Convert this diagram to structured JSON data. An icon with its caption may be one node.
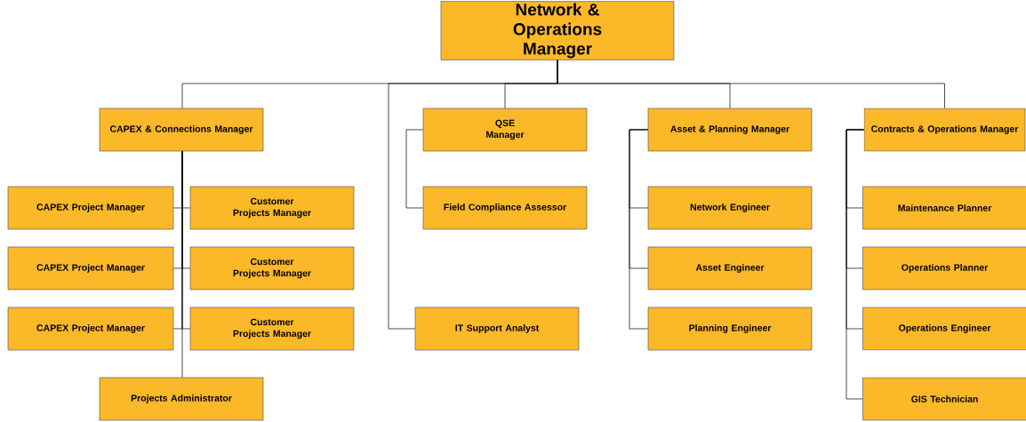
{
  "diagram": {
    "nodes": [
      {
        "text": [
          "Network & Operations Manager"
        ]
      },
      {
        "text": [
          "CAPEX & Connections Manager"
        ]
      },
      {
        "text": [
          "QSE Manager"
        ]
      },
      {
        "text": [
          "Asset & Planning Manager"
        ]
      },
      {
        "text": [
          "Contracts & Operations Manager"
        ]
      },
      {
        "text": [
          "CAPEX Project Manager"
        ]
      },
      {
        "text": [
          "Customer Projects Manager"
        ]
      },
      {
        "text": [
          "CAPEX Project Manager"
        ]
      },
      {
        "text": [
          "Customer Projects Manager"
        ]
      },
      {
        "text": [
          "CAPEX Project Manager"
        ]
      },
      {
        "text": [
          "Customer Projects Manager"
        ]
      },
      {
        "text": [
          "Projects Administrator"
        ]
      },
      {
        "text": [
          "Field Compliance Assessor"
        ]
      },
      {
        "text": [
          "IT Support Analyst"
        ]
      },
      {
        "text": [
          "Network Engineer"
        ]
      },
      {
        "text": [
          "Asset Engineer"
        ]
      },
      {
        "text": [
          "Planning Engineer"
        ]
      },
      {
        "text": [
          "Maintenance Planner"
        ]
      },
      {
        "text": [
          "Operations Planner"
        ]
      },
      {
        "text": [
          "Operations Engineer"
        ]
      },
      {
        "text": [
          "GIS Technician"
        ]
      }
    ],
    "edges": [
      {
        "from": 0,
        "to": 1,
        "arrow": "none"
      },
      {
        "from": 0,
        "to": 2,
        "arrow": "none"
      },
      {
        "from": 0,
        "to": 3,
        "arrow": "none"
      },
      {
        "from": 0,
        "to": 4,
        "arrow": "none"
      },
      {
        "from": 0,
        "to": 13,
        "arrow": "none"
      },
      {
        "from": 1,
        "to": 5,
        "arrow": "none"
      },
      {
        "from": 1,
        "to": 6,
        "arrow": "none"
      },
      {
        "from": 1,
        "to": 7,
        "arrow": "none"
      },
      {
        "from": 1,
        "to": 8,
        "arrow": "none"
      },
      {
        "from": 1,
        "to": 9,
        "arrow": "none"
      },
      {
        "from": 1,
        "to": 10,
        "arrow": "none"
      },
      {
        "from": 1,
        "to": 11,
        "arrow": "none"
      },
      {
        "from": 2,
        "to": 12,
        "arrow": "none"
      },
      {
        "from": 3,
        "to": 14,
        "arrow": "none"
      },
      {
        "from": 3,
        "to": 15,
        "arrow": "none"
      },
      {
        "from": 3,
        "to": 16,
        "arrow": "none"
      },
      {
        "from": 4,
        "to": 17,
        "arrow": "none"
      },
      {
        "from": 4,
        "to": 18,
        "arrow": "none"
      },
      {
        "from": 4,
        "to": 19,
        "arrow": "none"
      },
      {
        "from": 4,
        "to": 20,
        "arrow": "none"
      }
    ]
  }
}
